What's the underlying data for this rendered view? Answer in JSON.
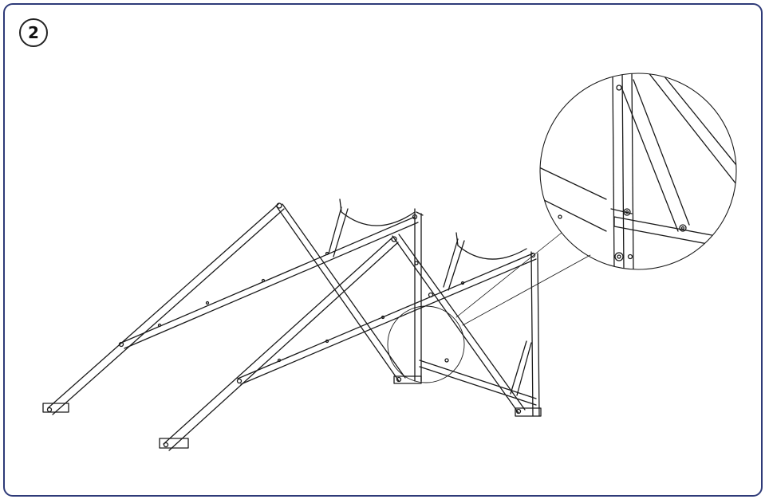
{
  "step": {
    "number": "2"
  },
  "colors": {
    "border": "#2e3a78",
    "line": "#1a1a1a"
  },
  "figure": {
    "subject": "solar-collector-mounting-frame",
    "detail_view": "bracket-bolt-detail"
  }
}
